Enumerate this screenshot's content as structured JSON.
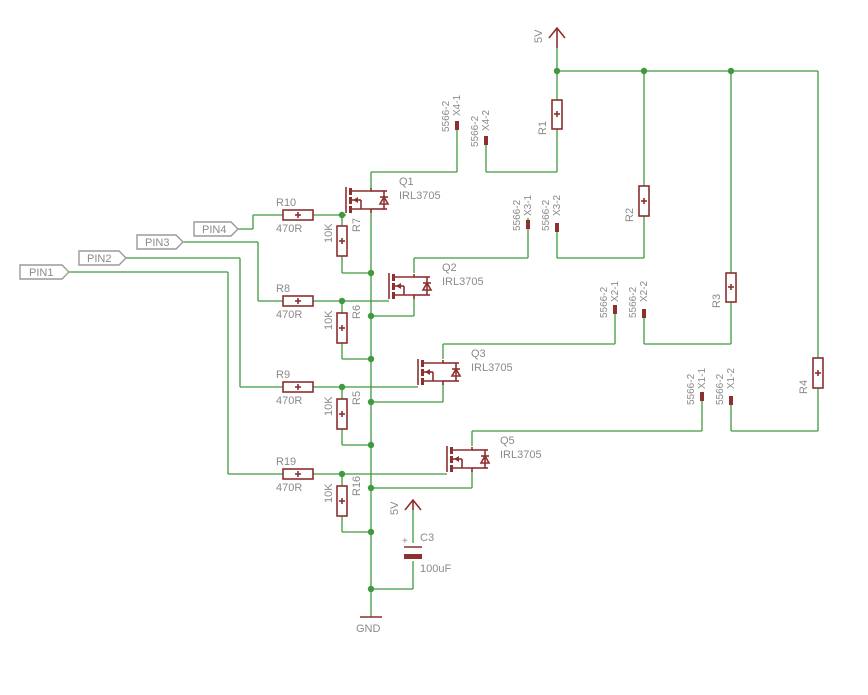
{
  "supply": {
    "top_label": "5V",
    "cap_label": "5V",
    "ground_label": "GND"
  },
  "pins": [
    "PIN1",
    "PIN2",
    "PIN3",
    "PIN4"
  ],
  "mosfets": [
    {
      "ref": "Q1",
      "value": "IRL3705"
    },
    {
      "ref": "Q2",
      "value": "IRL3705"
    },
    {
      "ref": "Q3",
      "value": "IRL3705"
    },
    {
      "ref": "Q5",
      "value": "IRL3705"
    }
  ],
  "gate_resistors": [
    {
      "ref": "R10",
      "value": "470R"
    },
    {
      "ref": "R8",
      "value": "470R"
    },
    {
      "ref": "R9",
      "value": "470R"
    },
    {
      "ref": "R19",
      "value": "470R"
    }
  ],
  "pulldown_resistors": [
    {
      "ref": "R7",
      "value": "10K"
    },
    {
      "ref": "R6",
      "value": "10K"
    },
    {
      "ref": "R5",
      "value": "10K"
    },
    {
      "ref": "R16",
      "value": "10K"
    }
  ],
  "load_resistors": [
    "R1",
    "R2",
    "R3",
    "R4"
  ],
  "connectors": [
    {
      "part": "5566-2",
      "pin1": "X4-1",
      "pin2": "X4-2"
    },
    {
      "part": "5566-2",
      "pin1": "X3-1",
      "pin2": "X3-2"
    },
    {
      "part": "5566-2",
      "pin1": "X2-1",
      "pin2": "X2-2"
    },
    {
      "part": "5566-2",
      "pin1": "X1-1",
      "pin2": "X1-2"
    }
  ],
  "capacitor": {
    "ref": "C3",
    "value": "100uF"
  },
  "colors": {
    "wire": "#3f9a3f",
    "component": "#8c2f2f",
    "label": "#8a8a8a",
    "background": "#ffffff"
  }
}
